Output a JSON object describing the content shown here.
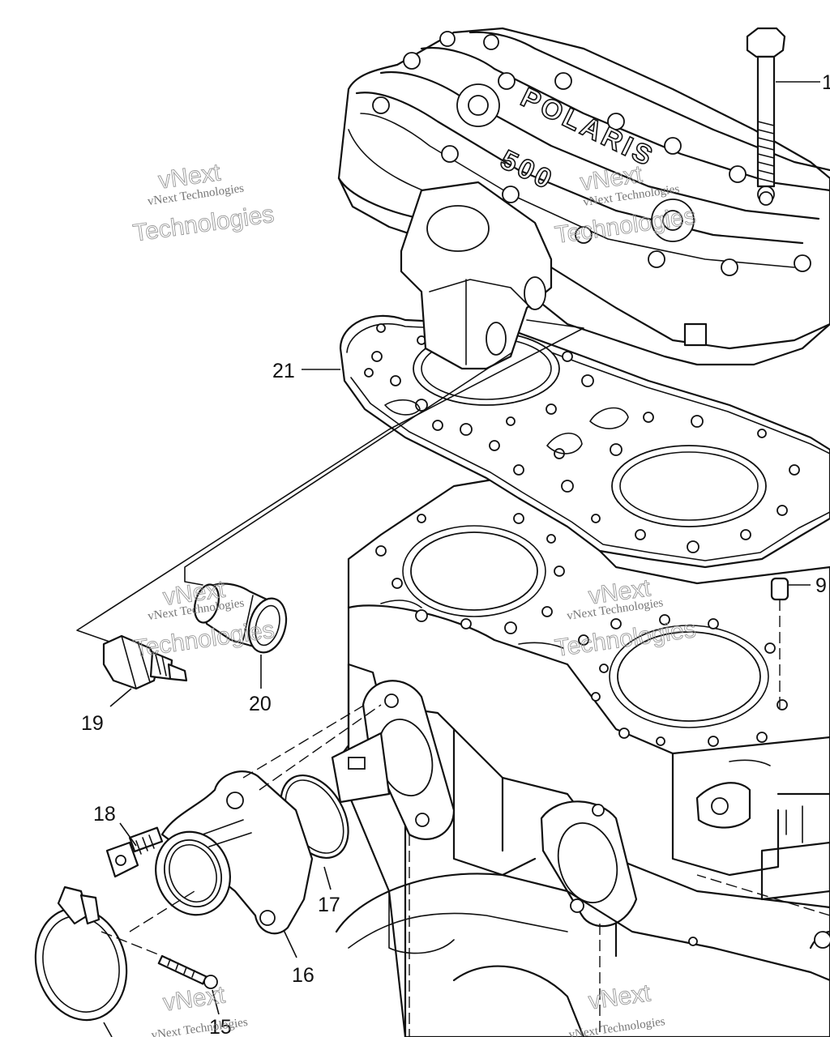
{
  "callouts": [
    {
      "id": "1",
      "label": "1"
    },
    {
      "id": "9",
      "label": "9"
    },
    {
      "id": "15",
      "label": "15"
    },
    {
      "id": "16",
      "label": "16"
    },
    {
      "id": "17",
      "label": "17"
    },
    {
      "id": "18",
      "label": "18"
    },
    {
      "id": "19",
      "label": "19"
    },
    {
      "id": "20",
      "label": "20"
    },
    {
      "id": "21",
      "label": "21"
    }
  ],
  "head_branding": {
    "brand": "POLARIS",
    "model": "500"
  },
  "watermark": {
    "line_small": "vNext Technologies",
    "line_big_1": "vNext",
    "line_big_2": "Technologies"
  }
}
